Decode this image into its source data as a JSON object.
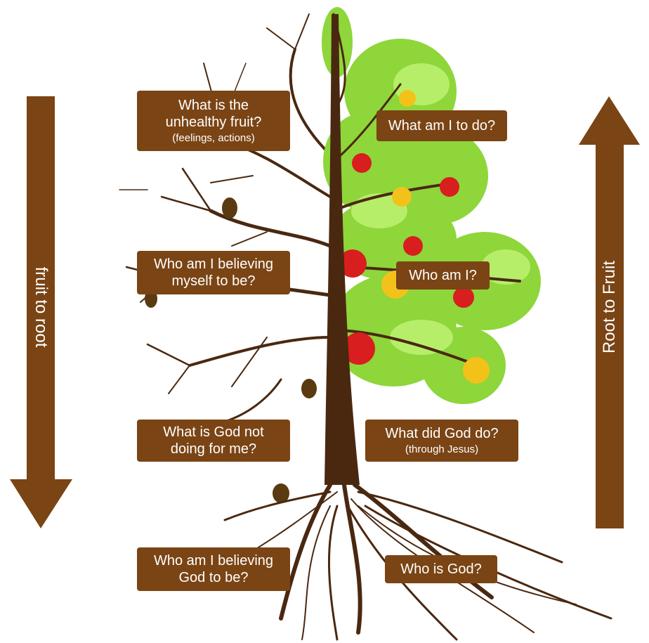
{
  "left_arrow": {
    "label": "fruit to root",
    "direction": "down"
  },
  "right_arrow": {
    "label": "Root to Fruit",
    "direction": "up"
  },
  "left_questions": [
    {
      "main": "What is the\nunhealthy fruit?",
      "sub": "(feelings, actions)"
    },
    {
      "main": "Who am I believing\nmyself to be?",
      "sub": ""
    },
    {
      "main": "What is God not\ndoing for me?",
      "sub": ""
    },
    {
      "main": "Who am I believing\nGod to be?",
      "sub": ""
    }
  ],
  "right_questions": [
    {
      "main": "What am I to do?",
      "sub": ""
    },
    {
      "main": "Who am I?",
      "sub": ""
    },
    {
      "main": "What did God do?",
      "sub": "(through Jesus)"
    },
    {
      "main": "Who is God?",
      "sub": ""
    }
  ],
  "colors": {
    "brown": "#7a4414",
    "trunk": "#4a2810",
    "leaf": "#8ed63a",
    "leaf_light": "#b6ee6a",
    "apple_red": "#d81e1e",
    "apple_yellow": "#f2c21a",
    "dead_fruit": "#5a3a10"
  }
}
